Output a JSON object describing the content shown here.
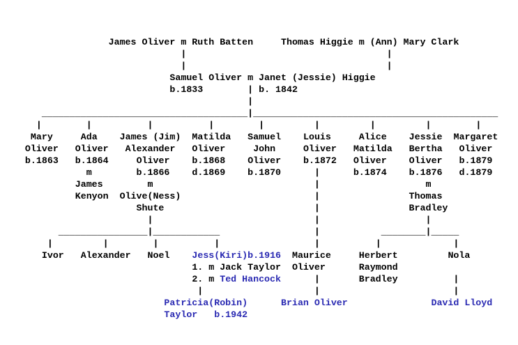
{
  "page": {
    "background": "#ffffff",
    "text_color": "#000000",
    "link_color": "#2929b2"
  },
  "tree": {
    "rows": [
      [
        {
          "col": 19,
          "text": "James Oliver m Ruth Batten"
        },
        {
          "col": 50,
          "text": "Thomas Higgie m (Ann) Mary Clark"
        }
      ],
      [
        {
          "col": 32,
          "text": "|"
        },
        {
          "col": 69,
          "text": "|"
        }
      ],
      [
        {
          "col": 32,
          "text": "|"
        },
        {
          "col": 69,
          "text": "|"
        }
      ],
      [
        {
          "col": 30,
          "text": "Samuel Oliver m Janet (Jessie) Higgie"
        }
      ],
      [
        {
          "col": 30,
          "text": "b.1833"
        },
        {
          "col": 44,
          "text": "|"
        },
        {
          "col": 46,
          "text": "b. 1842"
        }
      ],
      [
        {
          "col": 44,
          "text": "|"
        }
      ],
      [
        {
          "col": 7,
          "text": "_____________________________________|____________________________________________"
        }
      ],
      [
        {
          "col": 6,
          "text": "|"
        },
        {
          "col": 15,
          "text": "|"
        },
        {
          "col": 26,
          "text": "|"
        },
        {
          "col": 37,
          "text": "|"
        },
        {
          "col": 46,
          "text": "|"
        },
        {
          "col": 56,
          "text": "|"
        },
        {
          "col": 66,
          "text": "|"
        },
        {
          "col": 76,
          "text": "|"
        },
        {
          "col": 85,
          "text": "|"
        }
      ],
      [
        {
          "col": 5,
          "text": "Mary"
        },
        {
          "col": 14,
          "text": "Ada"
        },
        {
          "col": 21,
          "text": "James (Jim)"
        },
        {
          "col": 34,
          "text": "Matilda"
        },
        {
          "col": 44,
          "text": "Samuel"
        },
        {
          "col": 54,
          "text": "Louis"
        },
        {
          "col": 64,
          "text": "Alice"
        },
        {
          "col": 73,
          "text": "Jessie"
        },
        {
          "col": 81,
          "text": "Margaret"
        }
      ],
      [
        {
          "col": 4,
          "text": "Oliver"
        },
        {
          "col": 13,
          "text": "Oliver"
        },
        {
          "col": 22,
          "text": "Alexander"
        },
        {
          "col": 34,
          "text": "Oliver"
        },
        {
          "col": 45,
          "text": "John"
        },
        {
          "col": 54,
          "text": "Oliver"
        },
        {
          "col": 63,
          "text": "Matilda"
        },
        {
          "col": 73,
          "text": "Bertha"
        },
        {
          "col": 82,
          "text": "Oliver"
        }
      ],
      [
        {
          "col": 4,
          "text": "b.1863"
        },
        {
          "col": 13,
          "text": "b.1864"
        },
        {
          "col": 24,
          "text": "Oliver"
        },
        {
          "col": 34,
          "text": "b.1868"
        },
        {
          "col": 44,
          "text": "Oliver"
        },
        {
          "col": 54,
          "text": "b.1872"
        },
        {
          "col": 63,
          "text": "Oliver"
        },
        {
          "col": 73,
          "text": "Oliver"
        },
        {
          "col": 82,
          "text": "b.1879"
        }
      ],
      [
        {
          "col": 15,
          "text": "m"
        },
        {
          "col": 24,
          "text": "b.1866"
        },
        {
          "col": 34,
          "text": "d.1869"
        },
        {
          "col": 44,
          "text": "b.1870"
        },
        {
          "col": 56,
          "text": "|"
        },
        {
          "col": 63,
          "text": "b.1874"
        },
        {
          "col": 73,
          "text": "b.1876"
        },
        {
          "col": 82,
          "text": "d.1879"
        }
      ],
      [
        {
          "col": 13,
          "text": "James"
        },
        {
          "col": 26,
          "text": "m"
        },
        {
          "col": 56,
          "text": "|"
        },
        {
          "col": 76,
          "text": "m"
        }
      ],
      [
        {
          "col": 13,
          "text": "Kenyon"
        },
        {
          "col": 21,
          "text": "Olive(Ness)"
        },
        {
          "col": 56,
          "text": "|"
        },
        {
          "col": 73,
          "text": "Thomas"
        }
      ],
      [
        {
          "col": 24,
          "text": "Shute"
        },
        {
          "col": 56,
          "text": "|"
        },
        {
          "col": 73,
          "text": "Bradley"
        }
      ],
      [
        {
          "col": 26,
          "text": "|"
        },
        {
          "col": 56,
          "text": "|"
        },
        {
          "col": 76,
          "text": "|"
        }
      ],
      [
        {
          "col": 10,
          "text": "________________|____________"
        },
        {
          "col": 56,
          "text": "|"
        },
        {
          "col": 68,
          "text": "________|_____"
        }
      ],
      [
        {
          "col": 8,
          "text": "|"
        },
        {
          "col": 18,
          "text": "|"
        },
        {
          "col": 27,
          "text": "|"
        },
        {
          "col": 38,
          "text": "|"
        },
        {
          "col": 56,
          "text": "|"
        },
        {
          "col": 67,
          "text": "|"
        },
        {
          "col": 81,
          "text": "|"
        }
      ],
      [
        {
          "col": 7,
          "text": "Ivor"
        },
        {
          "col": 14,
          "text": "Alexander"
        },
        {
          "col": 26,
          "text": "Noel"
        },
        {
          "col": 34,
          "text": "Jess(Kiri)b.1916",
          "link": true
        },
        {
          "col": 52,
          "text": "Maurice"
        },
        {
          "col": 64,
          "text": "Herbert"
        },
        {
          "col": 80,
          "text": "Nola"
        }
      ],
      [
        {
          "col": 34,
          "text": "1. m Jack Taylor"
        },
        {
          "col": 52,
          "text": "Oliver"
        },
        {
          "col": 64,
          "text": "Raymond"
        }
      ],
      [
        {
          "col": 34,
          "text": "2. m "
        },
        {
          "col": 39,
          "text": "Ted Hancock",
          "link": true
        },
        {
          "col": 56,
          "text": "|"
        },
        {
          "col": 64,
          "text": "Bradley"
        },
        {
          "col": 81,
          "text": "|"
        }
      ],
      [
        {
          "col": 35,
          "text": "|"
        },
        {
          "col": 56,
          "text": "|"
        },
        {
          "col": 81,
          "text": "|"
        }
      ],
      [
        {
          "col": 29,
          "text": "Patricia(Robin)",
          "link": true
        },
        {
          "col": 50,
          "text": "Brian Oliver",
          "link": true
        },
        {
          "col": 77,
          "text": "David Lloyd",
          "link": true
        }
      ],
      [
        {
          "col": 29,
          "text": "Taylor   b.1942",
          "link": true
        }
      ]
    ]
  }
}
